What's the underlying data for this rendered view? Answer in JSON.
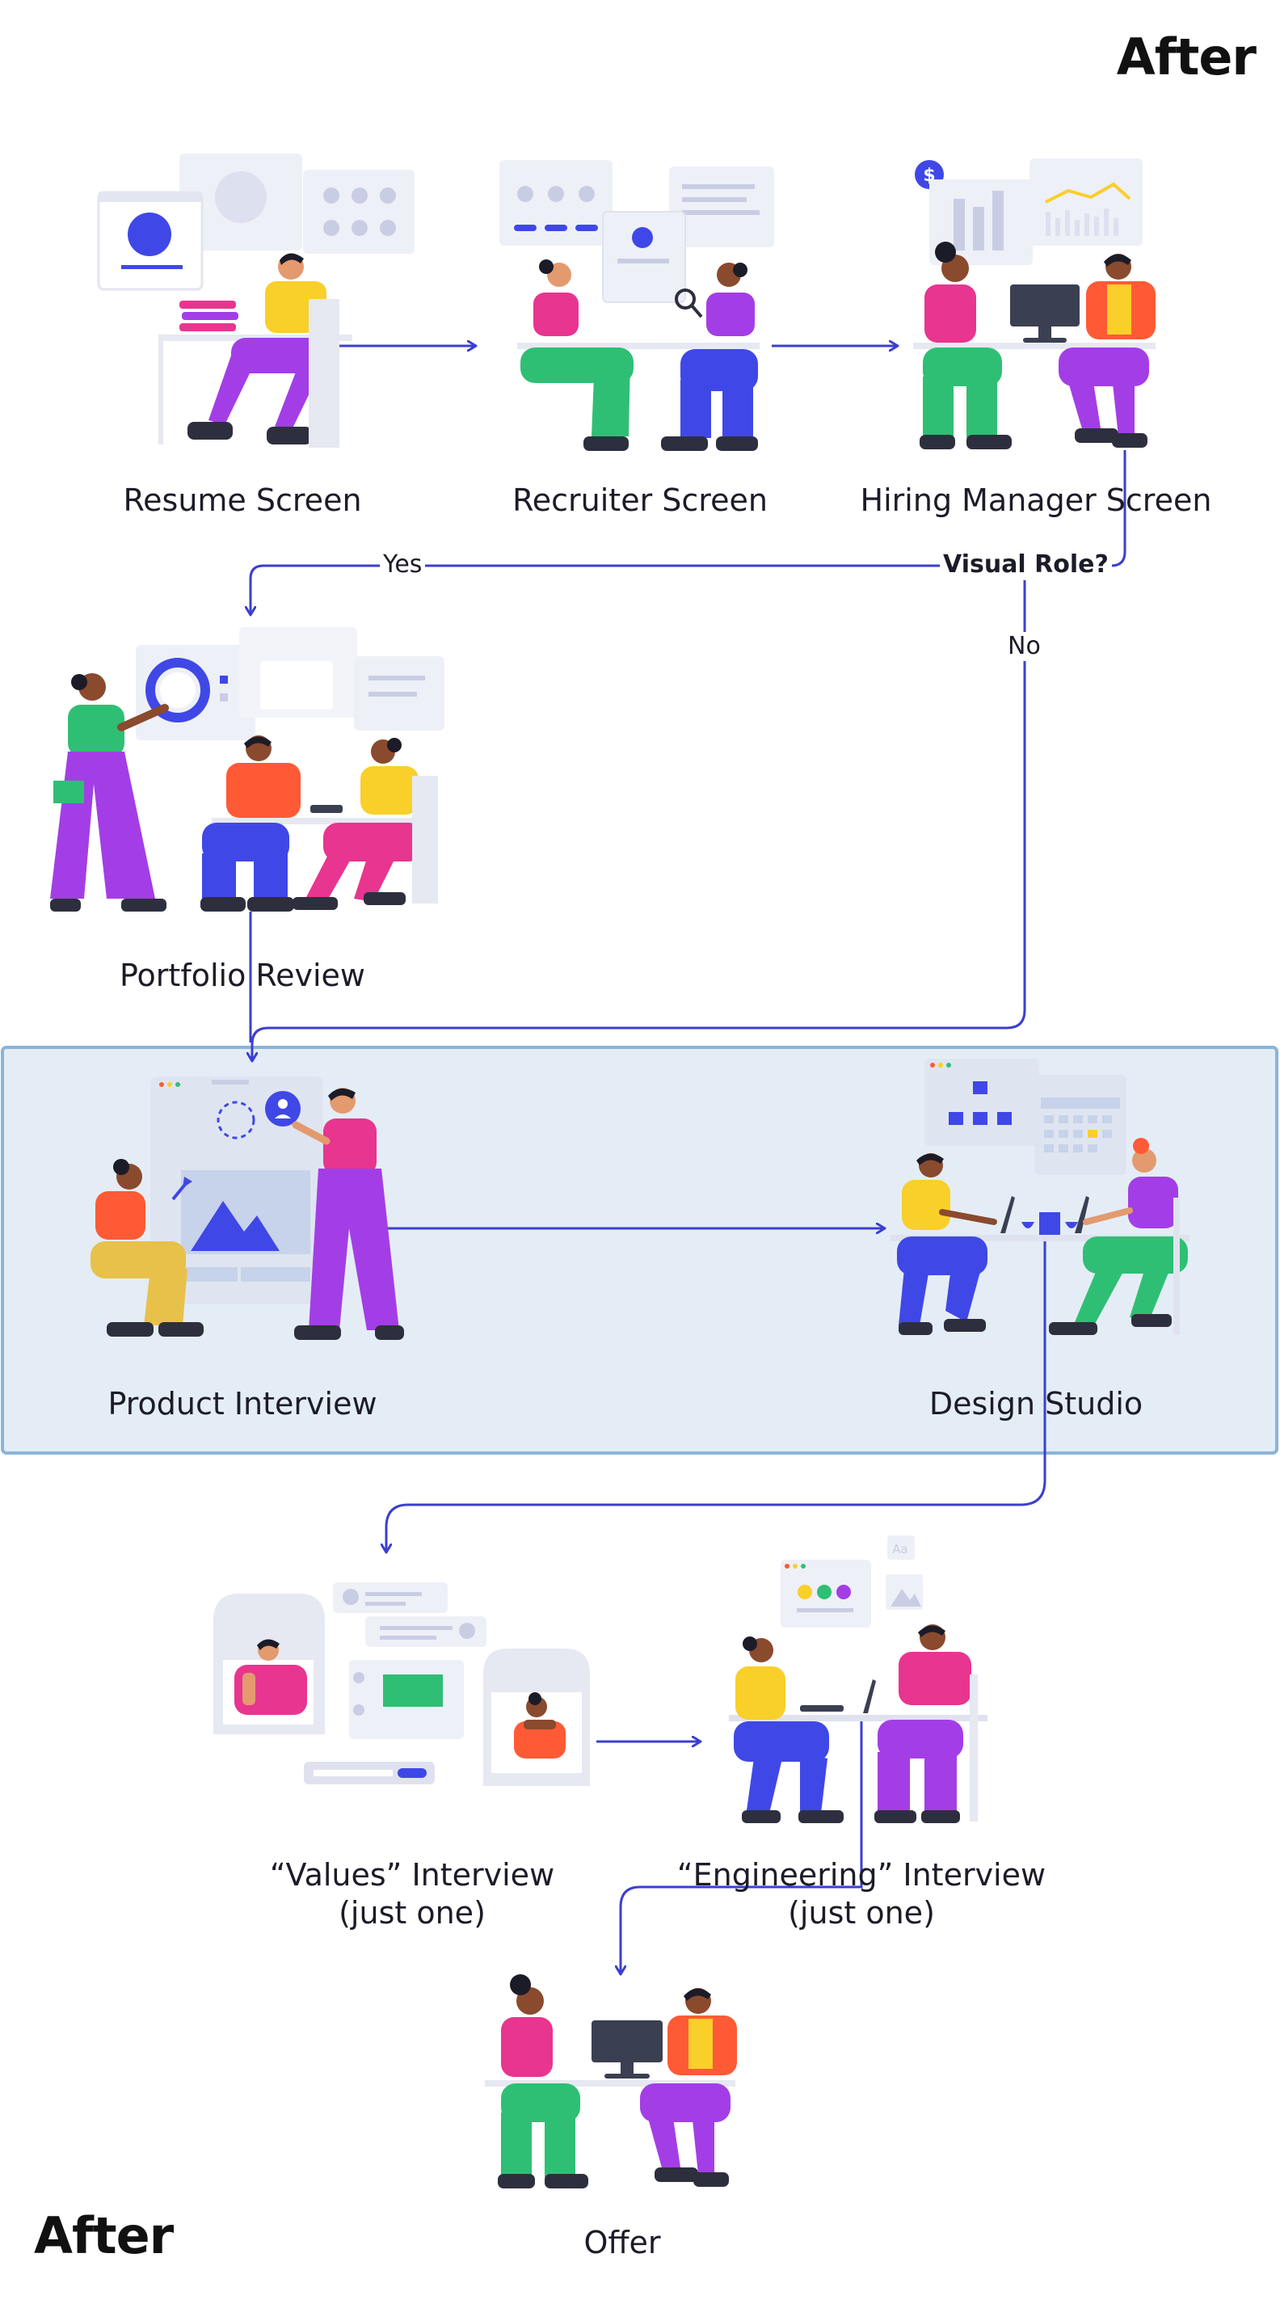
{
  "headings": {
    "top": "After",
    "bottom": "After"
  },
  "nodes": {
    "resume": "Resume Screen",
    "recruiter": "Recruiter Screen",
    "hiring_manager": "Hiring Manager Screen",
    "portfolio": "Portfolio Review",
    "product": "Product Interview",
    "design_studio": "Design Studio",
    "values_line1": "“Values” Interview",
    "values_line2": "(just one)",
    "engineering_line1": "“Engineering” Interview",
    "engineering_line2": "(just one)",
    "offer": "Offer"
  },
  "decision": {
    "label": "Visual Role?",
    "yes": "Yes",
    "no": "No"
  },
  "colors": {
    "flow_line": "#3b3fd0",
    "group_fill": "#e4edf5",
    "group_border": "#8ab4d8",
    "pink": "#e8358f",
    "purple": "#a33ee6",
    "yellow": "#f9cf2a",
    "green": "#2fbf74",
    "blue": "#3f48e6",
    "orange": "#ff5a36",
    "skin_dark": "#8a4a2e",
    "skin_light": "#e39a6e",
    "panel": "#eef0f7"
  }
}
